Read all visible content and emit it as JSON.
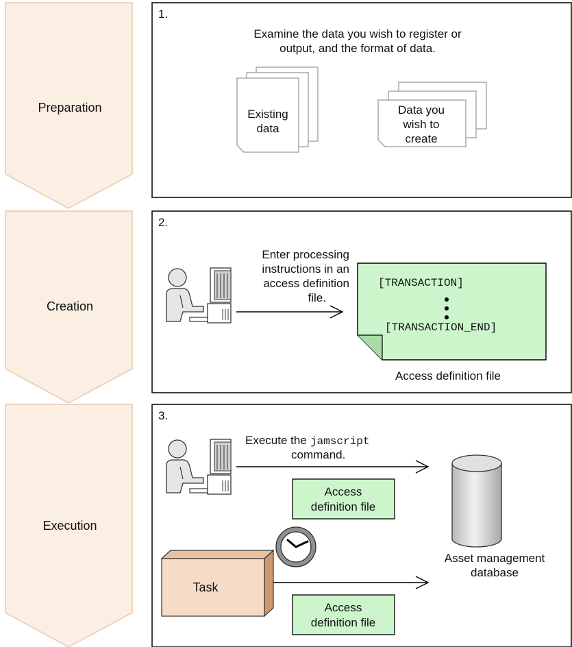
{
  "phases": [
    {
      "label": "Preparation"
    },
    {
      "label": "Creation"
    },
    {
      "label": "Execution"
    }
  ],
  "step1": {
    "number": "1.",
    "description_lines": [
      "Examine the data you wish to register or",
      "output, and the format of data."
    ],
    "existing_doc_lines": [
      "Existing",
      "data"
    ],
    "create_doc_lines": [
      "Data you",
      "wish to",
      "create"
    ]
  },
  "step2": {
    "number": "2.",
    "instruction_lines": [
      "Enter processing",
      "instructions in an",
      "access definition",
      "file."
    ],
    "file_open_tag": "[TRANSACTION]",
    "file_close_tag": "[TRANSACTION_END]",
    "file_caption": "Access definition file"
  },
  "step3": {
    "number": "3.",
    "execute_prefix": "Execute the",
    "command_name": "jamscript",
    "execute_suffix": "command.",
    "file_box_1_lines": [
      "Access",
      "definition file"
    ],
    "task_label": "Task",
    "file_box_2_lines": [
      "Access",
      "definition file"
    ],
    "database_lines": [
      "Asset management",
      "database"
    ]
  },
  "colors": {
    "phase_fill": "#fbeee3",
    "phase_stroke": "#e8c9ad",
    "file_fill": "#ccf5cc",
    "task_front": "#f6dcc6",
    "task_side": "#cc9a72",
    "database_fill": "#d6d6d6"
  }
}
